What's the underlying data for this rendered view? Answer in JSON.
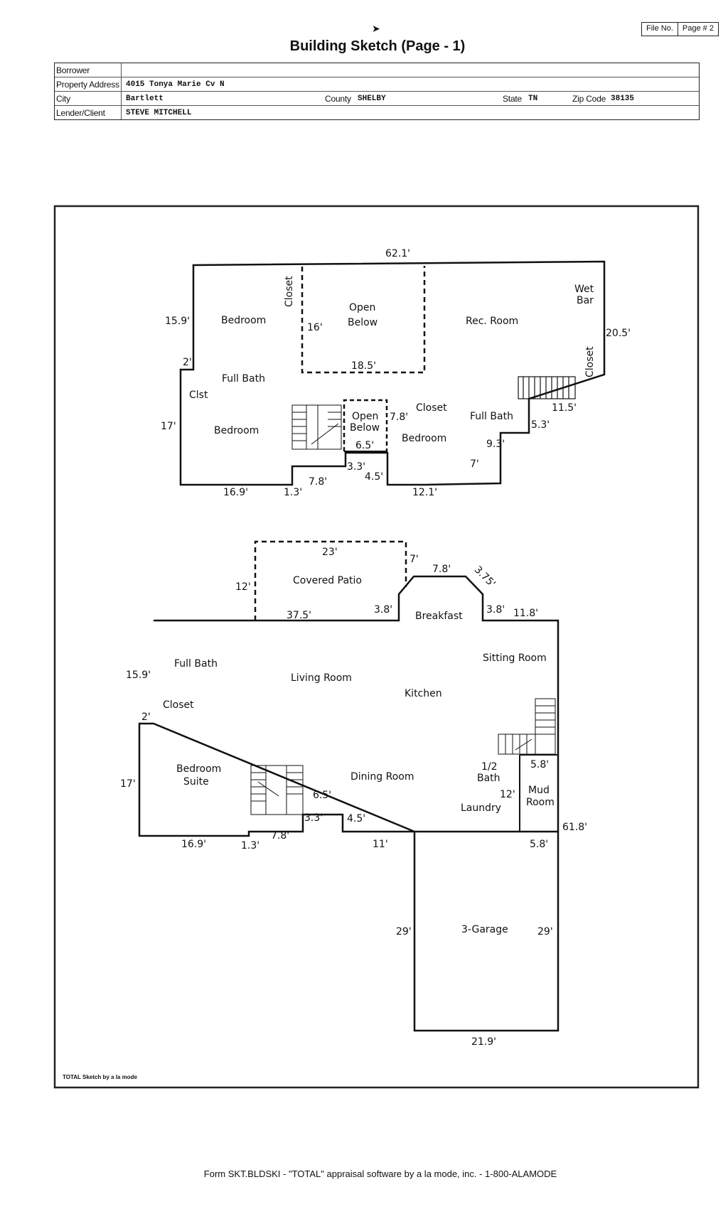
{
  "header": {
    "file_no_label": "File No.",
    "page_label": "Page # 2",
    "title": "Building Sketch (Page - 1)"
  },
  "fields": {
    "borrower_label": "Borrower",
    "borrower": "",
    "property_address_label": "Property Address",
    "property_address": "4015 Tonya Marie Cv N",
    "city_label": "City",
    "city": "Bartlett",
    "county_label": "County",
    "county": "SHELBY",
    "state_label": "State",
    "state": "TN",
    "zip_label": "Zip Code",
    "zip": "38135",
    "lender_label": "Lender/Client",
    "lender": "STEVE MITCHELL"
  },
  "upper_floor": {
    "rooms": {
      "bedroom_1": "Bedroom",
      "closet_1": "Closet",
      "open_below_1_a": "Open",
      "open_below_1_b": "Below",
      "rec_room": "Rec. Room",
      "wet_bar_a": "Wet",
      "wet_bar_b": "Bar",
      "closet_2": "Closet",
      "full_bath_1": "Full Bath",
      "clst": "Clst",
      "bedroom_2": "Bedroom",
      "open_below_2_a": "Open",
      "open_below_2_b": "Below",
      "closet_3": "Closet",
      "bedroom_3": "Bedroom",
      "full_bath_2": "Full Bath"
    },
    "dims": {
      "top": "62.1'",
      "left_top": "15.9'",
      "open_left": "16'",
      "open_bottom": "18.5'",
      "right": "20.5'",
      "notch": "2'",
      "stairs_right": "11.5'",
      "step_a": "5.3'",
      "left_bottom": "17'",
      "open2_right": "7.8'",
      "open2_bottom": "6.5'",
      "step_b": "9.3'",
      "step_c": "3.3'",
      "step_d": "4.5'",
      "step_e": "7'",
      "bottom_a": "16.9'",
      "bottom_b": "1.3'",
      "bottom_c": "7.8'",
      "bottom_d": "12.1'"
    }
  },
  "main_floor": {
    "rooms": {
      "covered_patio": "Covered Patio",
      "breakfast": "Breakfast",
      "full_bath": "Full Bath",
      "living_room": "Living Room",
      "sitting_room": "Sitting Room",
      "kitchen": "Kitchen",
      "closet": "Closet",
      "bedroom_suite_a": "Bedroom",
      "bedroom_suite_b": "Suite",
      "dining_room": "Dining Room",
      "half_bath_a": "1/2",
      "half_bath_b": "Bath",
      "laundry": "Laundry",
      "mud_room_a": "Mud",
      "mud_room_b": "Room",
      "garage": "3-Garage"
    },
    "dims": {
      "patio_top": "23'",
      "patio_right": "7'",
      "patio_left": "12'",
      "bay_top": "7.8'",
      "bay_diag": "3.75'",
      "patio_bottom": "37.5'",
      "bay_left": "3.8'",
      "bay_right": "3.8'",
      "right_top": "11.8'",
      "left_top": "15.9'",
      "notch": "2'",
      "left_bottom": "17'",
      "mud_top": "5.8'",
      "laundry_right": "12'",
      "stair_top": "6.5'",
      "step_a": "3.3'",
      "step_b": "4.5'",
      "right_total": "61.8'",
      "bottom_a": "16.9'",
      "bottom_b": "1.3'",
      "bottom_c": "7.8'",
      "garage_top": "11'",
      "mud_bottom": "5.8'",
      "garage_left": "29'",
      "garage_right": "29'",
      "garage_bottom": "21.9'"
    }
  },
  "credit": "TOTAL Sketch by a la mode",
  "footer": "Form SKT.BLDSKI - \"TOTAL\" appraisal software by a la mode, inc. - 1-800-ALAMODE"
}
